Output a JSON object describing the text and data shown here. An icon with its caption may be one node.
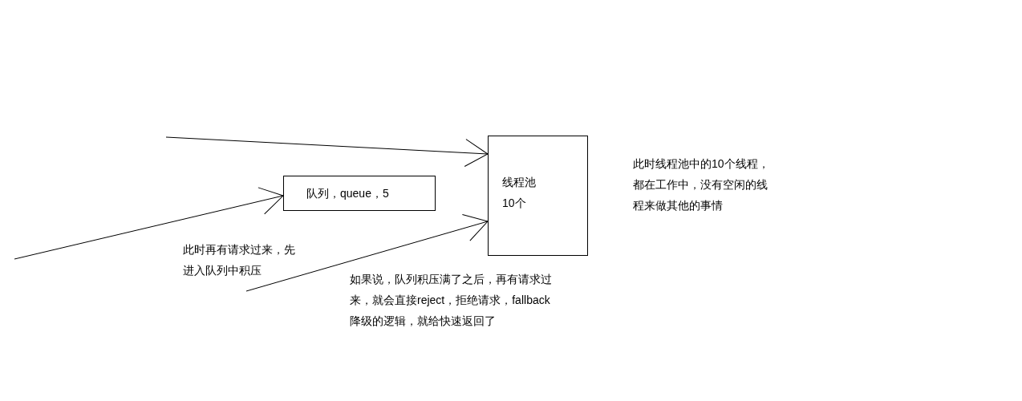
{
  "diagram": {
    "nodes": [
      {
        "text": [
          "队列，queue，5"
        ]
      },
      {
        "text": [
          "线程池",
          "10个"
        ]
      }
    ],
    "edges": [
      {
        "from": null,
        "to": 1,
        "arrow": "to"
      },
      {
        "from": null,
        "to": 0,
        "arrow": "to"
      },
      {
        "from": null,
        "to": 1,
        "arrow": "to"
      }
    ],
    "labels": [
      "此时再有请求过来，先进入队列中积压",
      "如果说，队列积压满了之后，再有请求过来，就会直接reject，拒绝请求，fallback降级的逻辑，就给快速返回了",
      "此时线程池中的10个线程，都在工作中，没有空闲的线程来做其他的事情"
    ]
  }
}
